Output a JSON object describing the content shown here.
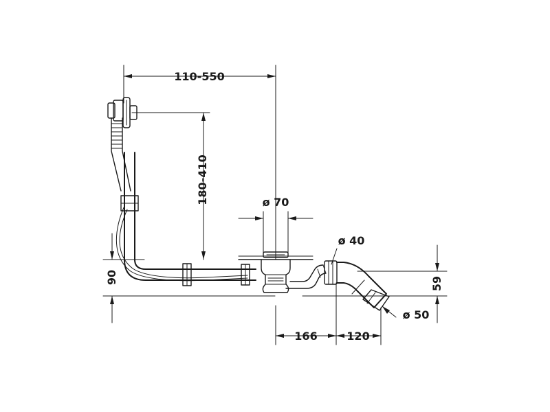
{
  "dimensions": {
    "horizontal_top": "110-550",
    "vertical_overflow": "180-410",
    "diameter_drain": "ø 70",
    "diameter_outlet": "ø 40",
    "diameter_end": "ø 50",
    "height_left": "90",
    "height_right": "59",
    "bottom_left": "166",
    "bottom_right": "120"
  },
  "colors": {
    "line": "#1a1a1a",
    "background": "#ffffff"
  }
}
